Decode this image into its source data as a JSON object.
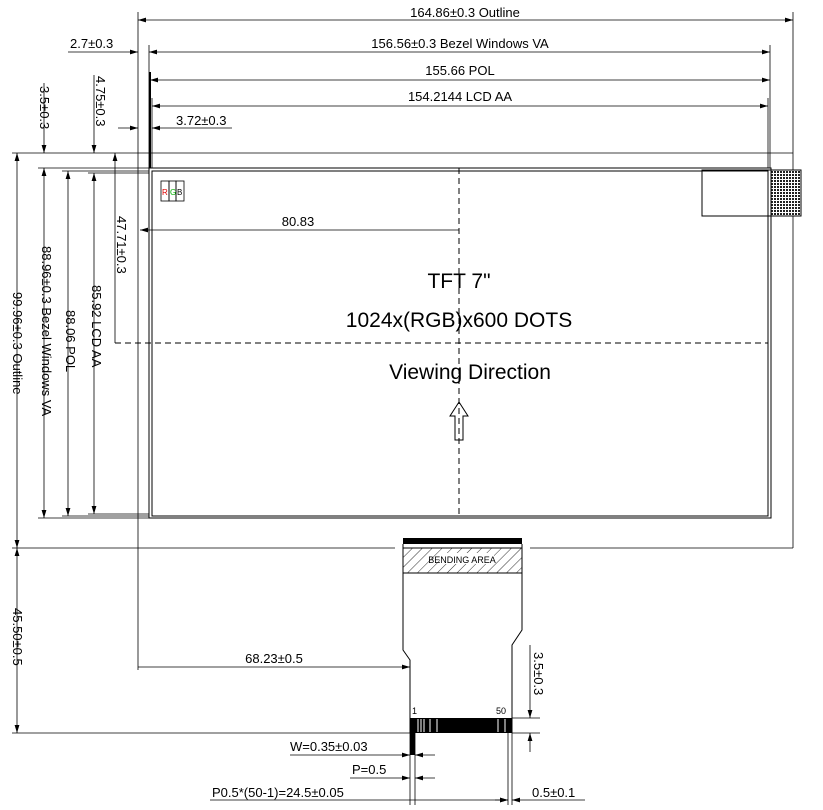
{
  "dimensions": {
    "outline_width": "164.86±0.3  Outline",
    "bezel_width": "156.56±0.3  Bezel Windows VA",
    "pol_width": "155.66  POL",
    "lcd_aa_width": "154.2144  LCD AA",
    "left_offset": "2.7±0.3",
    "aa_left_offset": "3.72±0.3",
    "top_offset": "3.5±0.3",
    "aa_top_offset": "4.75±0.3",
    "center_x": "80.83",
    "center_y": "47.71±0.3",
    "outline_height": "99.96±0.3  Outline",
    "bezel_height": "88.96±0.3  Bezel Windows VA",
    "pol_height": "88.06  POL",
    "lcd_aa_height": "85.92  LCD AA",
    "fpc_length": "45.50±0.5",
    "fpc_offset": "68.23±0.5",
    "pin_length": "3.5±0.3",
    "pin_width": "W=0.35±0.03",
    "pitch": "P=0.5",
    "pin_span": "P0.5*(50-1)=24.5±0.05",
    "edge_gap": "0.5±0.1"
  },
  "panel": {
    "title": "TFT 7\"",
    "resolution": "1024x(RGB)x600  DOTS",
    "viewing": "Viewing  Direction",
    "rgb": [
      "R",
      "G",
      "B"
    ],
    "rgb_colors": [
      "#e00000",
      "#00b000",
      "#000000"
    ]
  },
  "fpc": {
    "bending_label": "BENDING  AREA",
    "pin_first": "1",
    "pin_last": "50"
  }
}
